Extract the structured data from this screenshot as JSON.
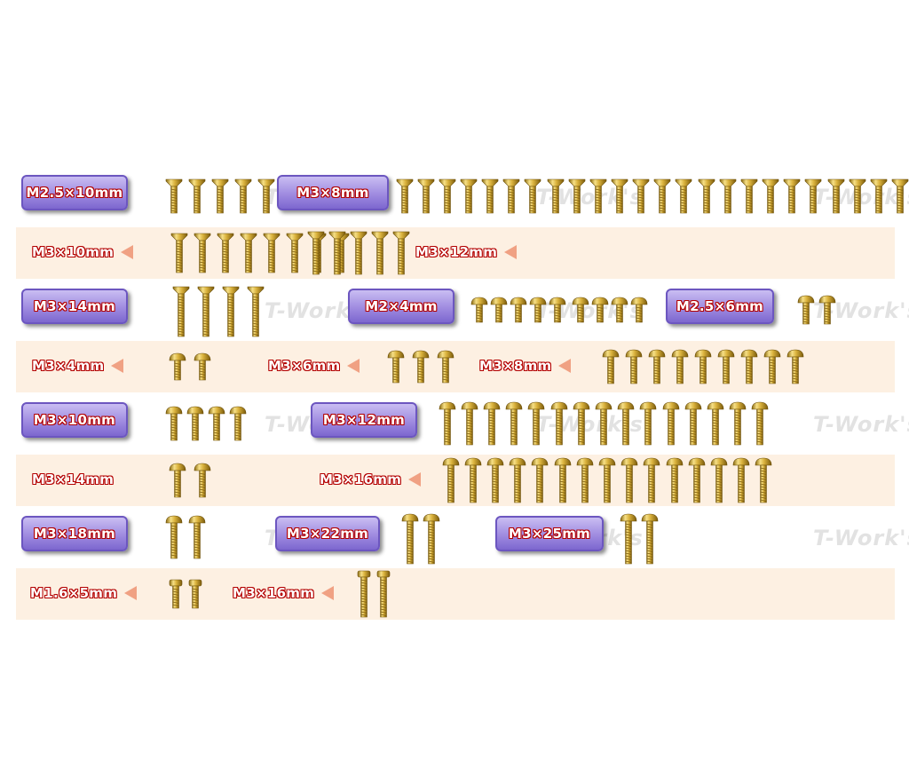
{
  "watermark": "T-Work's",
  "colors": {
    "label_box": "#9f8be0",
    "row_tint": "#fdf0e2",
    "arrow": "#f0a183",
    "text_outline": "#b30000",
    "screw_gold": "#d9b13b"
  },
  "rows": [
    {
      "style": "boxed",
      "groups": [
        {
          "label": "M2.5×10mm",
          "head": "flat",
          "counts": [
            5
          ]
        },
        {
          "label": "M3×8mm",
          "head": "flat",
          "counts": [
            7,
            7,
            6,
            6
          ]
        }
      ]
    },
    {
      "style": "arrow",
      "groups": [
        {
          "label": "M3×10mm",
          "head": "flat",
          "counts": [
            5,
            3
          ]
        },
        {
          "label": "M3×12mm",
          "head": "flat",
          "counts": [
            5
          ]
        }
      ]
    },
    {
      "style": "boxed",
      "groups": [
        {
          "label": "M3×14mm",
          "head": "flat",
          "counts": [
            4
          ]
        },
        {
          "label": "M2×4mm",
          "head": "button",
          "counts": [
            5,
            4
          ]
        },
        {
          "label": "M2.5×6mm",
          "head": "button",
          "counts": [
            2
          ]
        }
      ]
    },
    {
      "style": "arrow",
      "groups": [
        {
          "label": "M3×4mm",
          "head": "button",
          "counts": [
            2
          ]
        },
        {
          "label": "M3×6mm",
          "head": "button",
          "counts": [
            3
          ]
        },
        {
          "label": "M3×8mm",
          "head": "button",
          "counts": [
            5,
            4
          ]
        }
      ]
    },
    {
      "style": "boxed",
      "groups": [
        {
          "label": "M3×10mm",
          "head": "button",
          "counts": [
            4
          ]
        },
        {
          "label": "M3×12mm",
          "head": "button",
          "counts": [
            5,
            5,
            5
          ]
        }
      ]
    },
    {
      "style": "plain",
      "groups": [
        {
          "label": "M3×14mm",
          "head": "button",
          "counts": [
            2
          ]
        },
        {
          "label": "M3×16mm",
          "head": "button",
          "counts": [
            5,
            5,
            5
          ]
        }
      ]
    },
    {
      "style": "boxed",
      "groups": [
        {
          "label": "M3×18mm",
          "head": "button",
          "counts": [
            2
          ]
        },
        {
          "label": "M3×22mm",
          "head": "button",
          "counts": [
            2
          ]
        },
        {
          "label": "M3×25mm",
          "head": "button",
          "counts": [
            2
          ]
        }
      ]
    },
    {
      "style": "arrow",
      "groups": [
        {
          "label": "M1.6×5mm",
          "head": "cheese",
          "counts": [
            2
          ]
        },
        {
          "label": "M3×16mm",
          "head": "cheese",
          "counts": [
            2
          ]
        }
      ]
    }
  ]
}
